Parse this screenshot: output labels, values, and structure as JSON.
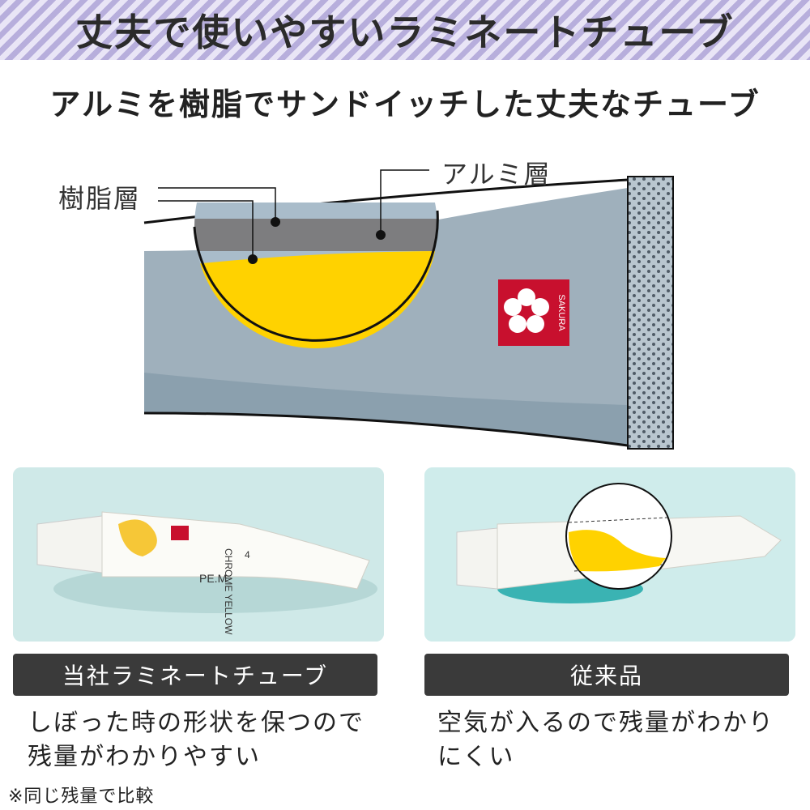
{
  "header": {
    "title": "丈夫で使いやすいラミネートチューブ",
    "subtitle": "アルミを樹脂でサンドイッチした丈夫なチューブ"
  },
  "diagram": {
    "label_resin": "樹脂層",
    "label_aluminum": "アルミ層",
    "logo_text": "SAKURA",
    "colors": {
      "tube": "#9fb0bc",
      "aluminum": "#7d7d7f",
      "resin": "#a9bcca",
      "paint": "#ffd200",
      "brand_red": "#c8102e"
    }
  },
  "left_panel": {
    "tube_labels": [
      "CHROME YELLOW",
      "4",
      "PE.M"
    ],
    "bar_label": "当社ラミネートチューブ",
    "description_lines": [
      "しぼった時の形状を保つので",
      "残量がわかりやすい"
    ]
  },
  "right_panel": {
    "bar_label": "従来品",
    "description_lines": [
      "空気が入るので残量がわかり",
      "にくい"
    ]
  },
  "footnote": "※同じ残量で比較"
}
